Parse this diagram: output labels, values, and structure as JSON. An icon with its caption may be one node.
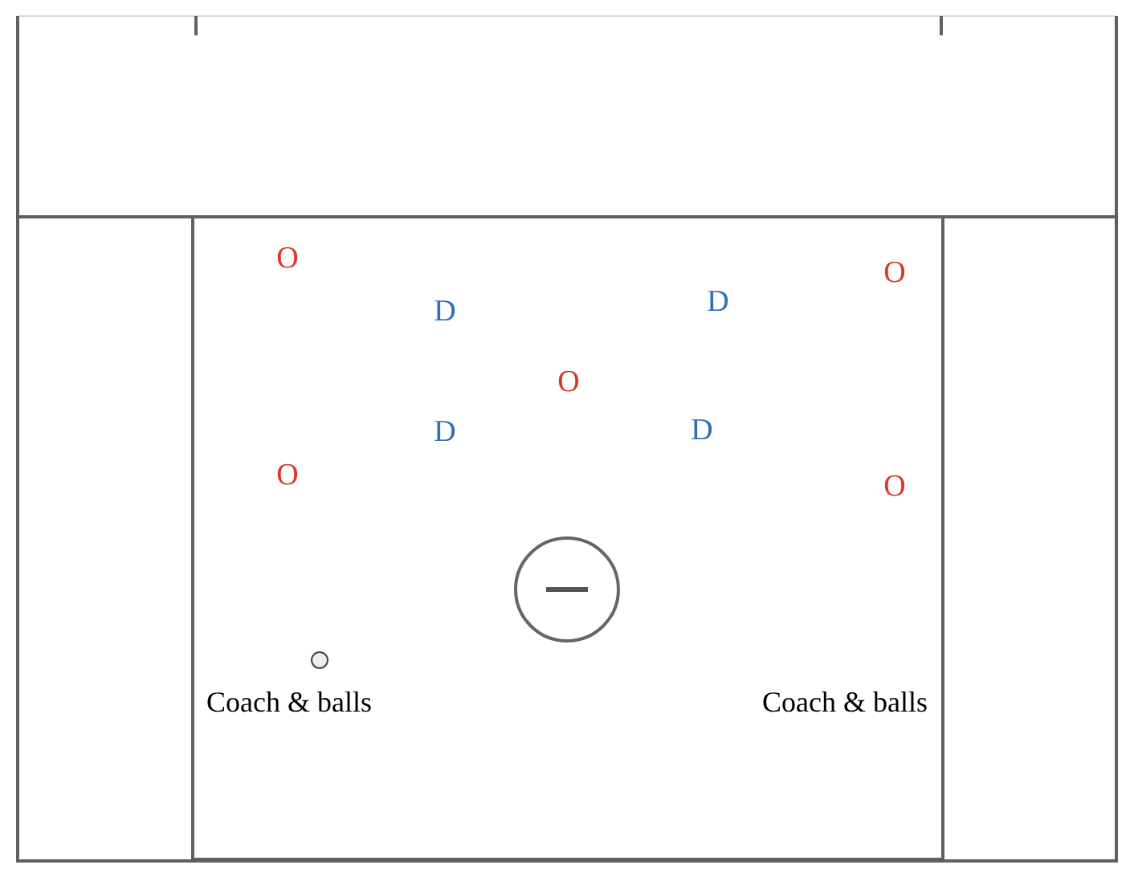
{
  "diagram": {
    "labels": [
      "O",
      "D",
      "D",
      "O",
      "O",
      "O",
      "D",
      "D",
      "O",
      "Coach & balls",
      "Coach & balls"
    ]
  }
}
